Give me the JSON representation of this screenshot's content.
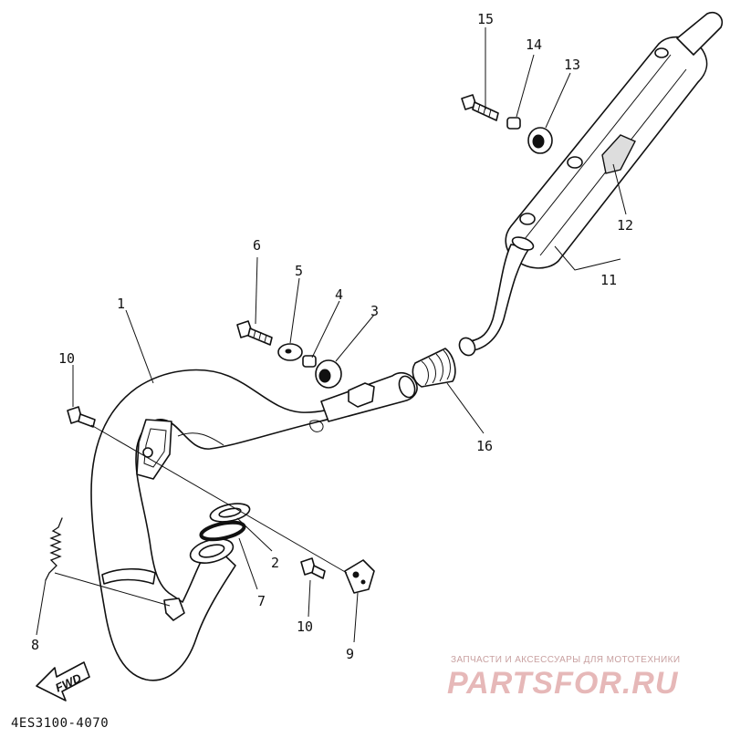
{
  "diagram": {
    "part_code": "4ES3100-4070",
    "direction_marker": "FWD",
    "callouts": [
      {
        "id": "c1",
        "text": "1"
      },
      {
        "id": "c2",
        "text": "2"
      },
      {
        "id": "c3",
        "text": "3"
      },
      {
        "id": "c4",
        "text": "4"
      },
      {
        "id": "c5",
        "text": "5"
      },
      {
        "id": "c6",
        "text": "6"
      },
      {
        "id": "c7",
        "text": "7"
      },
      {
        "id": "c8",
        "text": "8"
      },
      {
        "id": "c9",
        "text": "9"
      },
      {
        "id": "c10a",
        "text": "10"
      },
      {
        "id": "c10b",
        "text": "10"
      },
      {
        "id": "c11",
        "text": "11"
      },
      {
        "id": "c12",
        "text": "12"
      },
      {
        "id": "c13",
        "text": "13"
      },
      {
        "id": "c14",
        "text": "14"
      },
      {
        "id": "c15",
        "text": "15"
      },
      {
        "id": "c16",
        "text": "16"
      }
    ]
  },
  "watermark": {
    "tagline": "ЗАПЧАСТИ И АКСЕССУАРЫ ДЛЯ МОТОТЕХНИКИ",
    "brand": "PARTSFOR.RU"
  },
  "colors": {
    "ink": "#111111",
    "watermark": "#e6b8b8"
  }
}
